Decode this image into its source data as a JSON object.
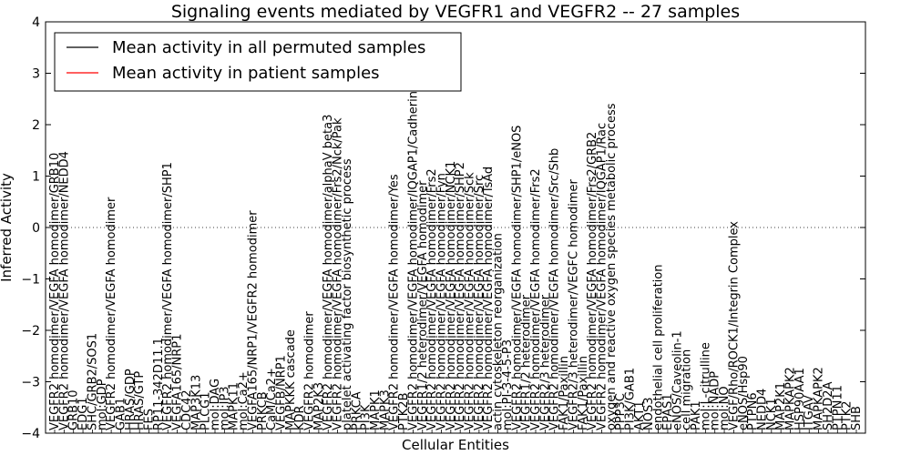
{
  "chart_data": {
    "type": "line",
    "title": "Signaling events mediated by VEGFR1 and VEGFR2 -- 27 samples",
    "xlabel": "Cellular Entities",
    "ylabel": "Inferred Activity",
    "ylim": [
      -4,
      4
    ],
    "yticks": [
      "−4",
      "−3",
      "−2",
      "−1",
      "0",
      "1",
      "2",
      "3",
      "4"
    ],
    "grid": false,
    "legend_position": "top-left",
    "colors": {
      "permuted": "#000000",
      "patient": "#ff0000",
      "band": "#ff8080",
      "zero": "#000000"
    },
    "series": [
      {
        "name": "Mean activity in all permuted samples"
      },
      {
        "name": "Mean activity in patient samples"
      }
    ],
    "categories": [
      "VEGFR2 homodimer/VEGFA homodimer/GRB10",
      "VEGFR2 homodimer/VEGFA homodimer/NEDD4",
      "GRB10",
      "EDG1",
      "SHC/GRB2/SOS1",
      "mol:GDP",
      "VEGFR2 homodimer/VEGFA homodimer",
      "GAB1",
      "HRAS/GDP",
      "HRAS/GTP",
      "FES",
      "RP11-342D11.1",
      "VEGFR2 homodimer/VEGFA homodimer/SHP1",
      "VEGFA165/NRP1",
      "CDC42",
      "MAP3K13",
      "PLCG1",
      "mol:DAG",
      "mol:IP3",
      "MAPK11",
      "mol:Ca2+",
      "VEGFA165/NRP1/VEGFR2 homodimer",
      "PRKCB",
      "CaM/Ca2+",
      "VEGFB/NRP1",
      "MAPKKK cascade",
      "KDR",
      "VEGFR2 homodimer",
      "MAP2K3",
      "VEGFR2 homodimer/VEGFA homodimer/alphaV beta3",
      "VEGFR2 homodimer/VEGFA homodimer/Frs2/Nck/Pak",
      "platelet activating factor biosynthetic process",
      "PRKCA",
      "PI3K",
      "MAPK1",
      "MAPK3",
      "VEGFR2 homodimer/VEGFA homodimer/Yes",
      "PTK2B",
      "VEGFR2 homodimer/VEGFA homodimer/IQGAP1/Cadherin",
      "VEGFR1/2 heterodimer/VEGFA homodimer",
      "VEGFR2 homodimer/VEGFA homodimer/Frs2",
      "VEGFR2 homodimer/VEGFA homodimer/Fyn",
      "VEGFR2 homodimer/VEGFA homodimer/NCK1",
      "VEGFR2 homodimer/VEGFA homodimer/SHP2",
      "VEGFR2 homodimer/VEGFA homodimer/Sck",
      "VEGFR2 homodimer/VEGFA homodimer/Src",
      "VEGFR2 homodimer/VEGFA homodimer/TsAd",
      "actin cytoskeleton reorganization",
      "mol:PI-3-4-5-P3",
      "VEGFR2 homodimer/VEGFA homodimer/SHP1/eNOS",
      "VEGFR1/2 heterodimer",
      "VEGFR2 homodimer/VEGFA homodimer/Frs2",
      "VEGFR2/3 heterodimer",
      "VEGFR2 homodimer/VEGFA homodimer/Src/Shb",
      "FAK1/Paxillin",
      "VEGFR2/3 heterodimer/VEGFC homodimer",
      "FAK1/Paxillin",
      "VEGFR2 homodimer/VEGFA homodimer/Frs2/GRB2",
      "VEGFR2 homodimer/VEGFA homodimer/IQGAP1/Rac",
      "oxygen and reactive oxygen species metabolic process",
      "PPP3C",
      "PI3K/GAB1",
      "AKT1",
      "NOS3",
      "endothelial cell proliferation",
      "EPAS1",
      "eNOS/Caveolin-1",
      "cell migration",
      "PAK1",
      "mol:L-citrulline",
      "mol:NADP",
      "mol:NO",
      "VEGF/Rho/ROCK1/Integrin Complex",
      "eNOS/Hsp90",
      "PTPN6",
      "NEDD4",
      "NCK1",
      "MAP2K1",
      "MAPKAPK2",
      "HSP90AA1",
      "ITGAV",
      "MAPKAPK2",
      "SH2D2A",
      "PTPN11",
      "PTK2",
      "SHB"
    ],
    "categories_lower": [
      "VEGFR2 homodimer/VEGFA homodimer/GRB10",
      "VEGFR2 homodimer/VEGFA homodimer/NEDD4",
      "GRB10",
      "EDG1",
      "SHC/GRB2/SOS1",
      "mol:GDP",
      "VEGFR2 homodimer/VEGFA homodimer",
      "GAB1",
      "HRAS/GDP",
      "HRAS/GTP",
      "FES",
      "RP11-342D11.1",
      "VEGFR2 homodimer/VEGFA homodimer/SHP1",
      "VEGFA165/NRP1",
      "CDC42",
      "MAP3K13",
      "PLCG1",
      "mol:DAG",
      "mol:IP3",
      "MAPK11",
      "mol:Ca2+",
      "VEGFA165/NRP1/VEGFR2 homodimer",
      "PRKCB",
      "CaM/Ca2+",
      "VEGFB/NRP1",
      "MAPKKK cascade",
      "KDR",
      "VEGFR2 homodimer",
      "MAP2K3",
      "VEGFR2 homodimer/VEGFA homodimer/alphaV beta3",
      "VEGFR2 homodimer/VEGFA homodimer/Frs2/Nck/Pak",
      "platelet activating factor biosynthetic process",
      "PRKCA",
      "PI3K",
      "MAPK1",
      "MAPK3",
      "VEGFR2 homodimer/VEGFA homodimer/Yes",
      "PTK2B",
      "VEGFR2 homodimer/VEGFA homodimer/IQGAP1/Cadherin",
      "VEGFR1/2 heterodimer/VEGFA homodimer",
      "VEGFR2 homodimer/VEGFA homodimer/Frs2",
      "VEGFR2 homodimer/VEGFA homodimer/Fyn",
      "VEGFR2 homodimer/VEGFA homodimer/NCK1",
      "VEGFR2 homodimer/VEGFA homodimer/SHP2",
      "VEGFR2 homodimer/VEGFA homodimer/Sck",
      "VEGFR2 homodimer/VEGFA homodimer/Src",
      "VEGFR2 homodimer/VEGFA homodimer/TsAd",
      "actin cytoskeleton reorganization",
      "mol:PI-3-4-5-P3",
      "VEGFR2 homodimer/VEGFA homodimer/SHP1/eNOS",
      "VEGFR1/2 heterodimer",
      "VEGFR2 homodimer/VEGFA homodimer/Frs2",
      "VEGFR2/3 heterodimer",
      "VEGFR2 homodimer/VEGFA homodimer/Src/Shb",
      "FAK1/Paxillin",
      "VEGFR2/3 heterodimer/VEGFC homodimer",
      "FAK1/Paxillin",
      "VEGFR2 homodimer/VEGFA homodimer/Frs2/GRB2",
      "VEGFR2 homodimer/VEGFA homodimer/IQGAP1/Rac",
      "oxygen and reactive oxygen species metabolic process",
      "PPP3C",
      "PI3K/GAB1",
      "AKT1",
      "NOS3",
      "endothelial cell proliferation",
      "EPAS1",
      "eNOS/Caveolin-1",
      "cell migration",
      "PAK1",
      "mol:L-citrulline",
      "mol:NADP",
      "mol:NO",
      "VEGF/Rho/ROCK1/Integrin Complex",
      "eNOS/Hsp90",
      "PTPN6",
      "NEDD4",
      "NCK1",
      "MAP2K1",
      "MAPKAPK2",
      "HSP90AA1",
      "ITGAV",
      "MAPKAPK2",
      "SH2D2A",
      "PTPN11",
      "PTK2",
      "SHB"
    ],
    "categories_upper": [
      "VEGFR2 homodimer/VEGFA homodimer/GRB10",
      "VEGFR2 homodimer/VEGFA homodimer/NEDD4",
      "GRB10",
      "EDG1",
      "SHC/GRB2/SOS1",
      "mol:GDP",
      "VEGFR2 homodimer/VEGFA homodimer",
      "GAB1",
      "HRAS/GDP",
      "HRAS/GTP",
      "FES",
      "RP11-342D11.1",
      "VEGFR2 homodimer/VEGFA homodimer/SHP1",
      "VEGFA165/NRP1",
      "CDC42",
      "MAP3K13",
      "PLCG1",
      "mol:DAG",
      "mol:IP3",
      "MAPK11",
      "mol:Ca2+",
      "VEGFA165/NRP1/VEGFR2 homodimer",
      "PRKCB",
      "CaM/Ca2+",
      "VEGFB/NRP1",
      "MAPKKK cascade",
      "KDR",
      "VEGFR2 homodimer",
      "MAP2K3",
      "VEGFR2 homodimer/VEGFA homodimer/alphaV beta3",
      "VEGFR2 homodimer/VEGFA homodimer/Frs2/Nck/Pak",
      "platelet activating factor biosynthetic process",
      "PRKCA",
      "PI3K",
      "MAPK1",
      "MAPK3",
      "VEGFR2 homodimer/VEGFA homodimer/Yes",
      "PTK2B",
      "VEGFR2 homodimer/VEGFA homodimer/IQGAP1/Cadherin",
      "VEGFR1/2 heterodimer/VEGFA homodimer",
      "VEGFR2 homodimer/VEGFA homodimer/Frs2",
      "VEGFR2 homodimer/VEGFA homodimer/Fyn",
      "VEGFR2 homodimer/VEGFA homodimer/NCK1",
      "VEGFR2 homodimer/VEGFA homodimer/SHP2",
      "VEGFR2 homodimer/VEGFA homodimer/Sck",
      "VEGFR2 homodimer/VEGFA homodimer/Src",
      "VEGFR2 homodimer/VEGFA homodimer/TsAd",
      "actin cytoskeleton reorganization",
      "mol:PI-3-4-5-P3",
      "VEGFR2 homodimer/VEGFA homodimer/SHP1/eNOS",
      "VEGFR1/2 heterodimer",
      "VEGFR2 homodimer/VEGFA homodimer/Frs2",
      "VEGFR2/3 heterodimer",
      "VEGFR2 homodimer/VEGFA homodimer/Src/Shb",
      "FAK1/Paxillin",
      "VEGFR2/3 heterodimer/VEGFC homodimer",
      "FAK1/Paxillin",
      "VEGFR2 homodimer/VEGFA homodimer/Frs2/GRB2",
      "VEGFR2 homodimer/VEGFA homodimer/IQGAP1/Rac",
      "oxygen and reactive oxygen species metabolic process",
      "PPP3C",
      "PI3K/GAB1",
      "AKT1",
      "NOS3",
      "endothelial cell proliferation",
      "EPAS1",
      "eNOS/Caveolin-1",
      "cell migration",
      "PAK1",
      "mol:L-citrulline",
      "mol:NADP",
      "mol:NO",
      "VEGF/Rho/ROCK1/Integrin Complex",
      "eNOS/Hsp90",
      "PTPN6",
      "NEDD4",
      "NCK1",
      "MAP2K1",
      "MAPKAPK2",
      "HSP90AA1",
      "ITGAV",
      "MAPKAPK2",
      "SH2D2A",
      "PTPN11",
      "PTK2",
      "SHB"
    ],
    "upper_labels": [
      "VEGFR2 homodimer/VEGFA homodimer/GRB10",
      "VEGFR2 homodimer/VEGFA homodimer/NEDD4",
      "VEGFR2 homodimer/VEGFA homodimer",
      "VEGFA165/NRP1/VEGFR2 homodimer",
      "VEGFR2 homodimer/VEGFA homodimer/alphaV beta3",
      "VEGFR2 homodimer/VEGFA homodimer/Frs2/Nck/Pak",
      "platelet activating factor biosynthetic process",
      "VEGFR2 homodimer/VEGFA homodimer/Yes",
      "VEGFR2 homodimer/VEGFA homodimer/IQGAP1/Cadherin",
      "VEGFR2 homodimer/VEGFA homodimer/SHP1/eNOS",
      "VEGFR2 homodimer/VEGFA homodimer/Frs2/GRB2",
      "VEGFR2 homodimer/VEGFA homodimer/IQGAP1/Rac",
      "oxygen and reactive oxygen species metabolic process",
      "VEGF/Rho/ROCK1/Integrin Complex"
    ]
  }
}
